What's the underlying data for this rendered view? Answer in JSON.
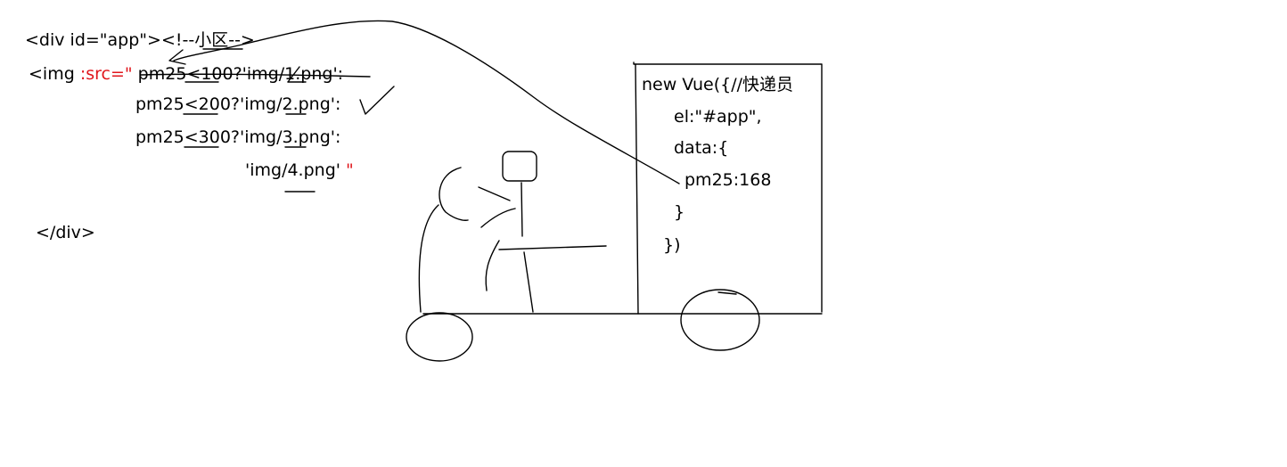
{
  "left_code": {
    "line1": "<div id=\"app\"><!--小区-->",
    "line2_tag": "<img ",
    "line2_attr": ":src=\"",
    "line2_expr": " pm25<100?'img/1.png':",
    "line3": "pm25<200?'img/2.png':",
    "line4": "pm25<300?'img/3.png':",
    "line5_value": "'img/4.png'",
    "line5_quote": " \"",
    "line6": "</div>"
  },
  "truck_code": {
    "line1": "new Vue({//快递员",
    "line2": "el:\"#app\",",
    "line3": "data:{",
    "line4": "pm25:168",
    "line5": "}",
    "line6": "})"
  },
  "colors": {
    "attr": "#e0161c",
    "ink": "#000000",
    "background": "#ffffff"
  }
}
